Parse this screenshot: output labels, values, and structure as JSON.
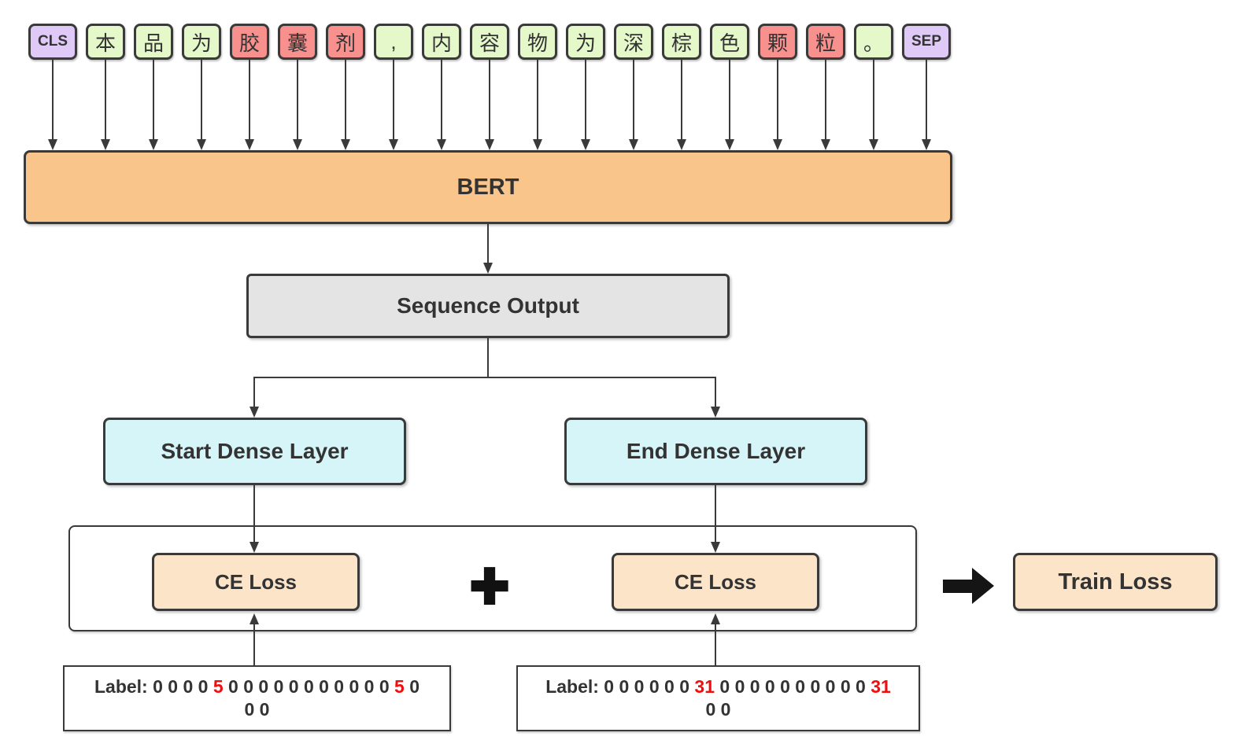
{
  "colors": {
    "special_token_bg": "#dfc9f7",
    "text_token_bg": "#e5f8ca",
    "entity_token_bg": "#f8908e",
    "bert_bg": "#f9c58b",
    "sequence_output_bg": "#e4e4e4",
    "dense_bg": "#d6f5f8",
    "loss_bg": "#fbe4c7",
    "line": "#3a3a3a",
    "highlight": "#f20d0d"
  },
  "tokens": [
    {
      "text": "CLS",
      "type": "special"
    },
    {
      "text": "本",
      "type": "text"
    },
    {
      "text": "品",
      "type": "text"
    },
    {
      "text": "为",
      "type": "text"
    },
    {
      "text": "胶",
      "type": "entity"
    },
    {
      "text": "囊",
      "type": "entity"
    },
    {
      "text": "剂",
      "type": "entity"
    },
    {
      "text": ",",
      "type": "text"
    },
    {
      "text": "内",
      "type": "text"
    },
    {
      "text": "容",
      "type": "text"
    },
    {
      "text": "物",
      "type": "text"
    },
    {
      "text": "为",
      "type": "text"
    },
    {
      "text": "深",
      "type": "text"
    },
    {
      "text": "棕",
      "type": "text"
    },
    {
      "text": "色",
      "type": "text"
    },
    {
      "text": "颗",
      "type": "entity"
    },
    {
      "text": "粒",
      "type": "entity"
    },
    {
      "text": "。",
      "type": "text"
    },
    {
      "text": "SEP",
      "type": "special"
    }
  ],
  "boxes": {
    "bert": "BERT",
    "sequence_output": "Sequence Output",
    "start_dense": "Start Dense Layer",
    "end_dense": "End Dense Layer",
    "ce_loss_start": "CE Loss",
    "ce_loss_end": "CE Loss",
    "plus_operator": "+",
    "train_loss": "Train Loss"
  },
  "start_label": {
    "segments": [
      {
        "text": "Label: 0 0 0 0 ",
        "red": false
      },
      {
        "text": "5",
        "red": true
      },
      {
        "text": " 0 0 0 0 0 0 0 0 0 0 0 ",
        "red": false
      },
      {
        "text": "5",
        "red": true
      },
      {
        "text": " 0",
        "red": false
      }
    ],
    "line2": "0 0"
  },
  "end_label": {
    "segments": [
      {
        "text": "Label: 0 0 0 0 0 0 ",
        "red": false
      },
      {
        "text": "31",
        "red": true
      },
      {
        "text": " 0 0 0 0 0 0 0 0 0 0 ",
        "red": false
      },
      {
        "text": "31",
        "red": true
      }
    ],
    "line2": "0 0"
  }
}
